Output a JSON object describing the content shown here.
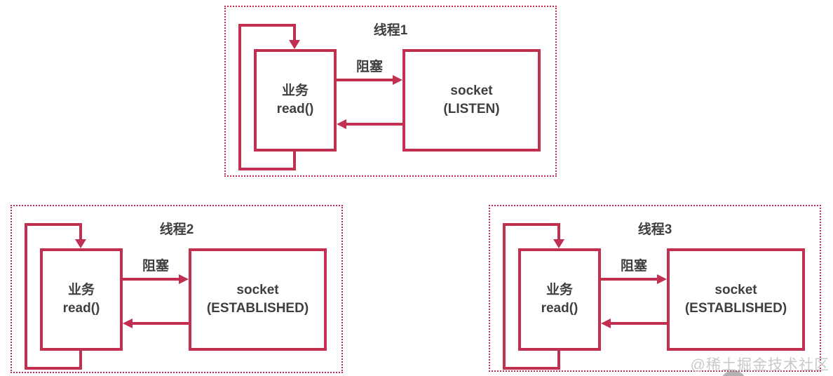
{
  "diagram": {
    "accent_color": "#c13051",
    "text_color": "#3f3f3f",
    "watermark": "@稀土掘金技术社区",
    "panels": [
      {
        "title": "线程1",
        "worker_line1": "业务",
        "worker_line2": "read()",
        "blocking_label": "阻塞",
        "socket_line1": "socket",
        "socket_line2": "(LISTEN)"
      },
      {
        "title": "线程2",
        "worker_line1": "业务",
        "worker_line2": "read()",
        "blocking_label": "阻塞",
        "socket_line1": "socket",
        "socket_line2": "(ESTABLISHED)"
      },
      {
        "title": "线程3",
        "worker_line1": "业务",
        "worker_line2": "read()",
        "blocking_label": "阻塞",
        "socket_line1": "socket",
        "socket_line2": "(ESTABLISHED)"
      }
    ]
  }
}
